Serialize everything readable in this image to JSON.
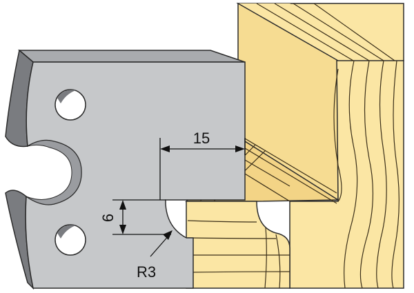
{
  "labels": {
    "width_dimension": "15",
    "depth_dimension": "6",
    "radius_callout": "R3"
  },
  "colors": {
    "knife_face": "#c6c8ca",
    "knife_edge": "#7a7c80",
    "knife_outline": "#2a2a2a",
    "hole": "#ffffff",
    "wood_light": "#fbe6a4",
    "wood_mid": "#f3d486",
    "wood_dark": "#e4bd5c",
    "grain_line": "#3a2e18",
    "dimension_line": "#111111"
  },
  "icons": [
    "mounting-hole",
    "slot-cutout",
    "wood-grain"
  ]
}
